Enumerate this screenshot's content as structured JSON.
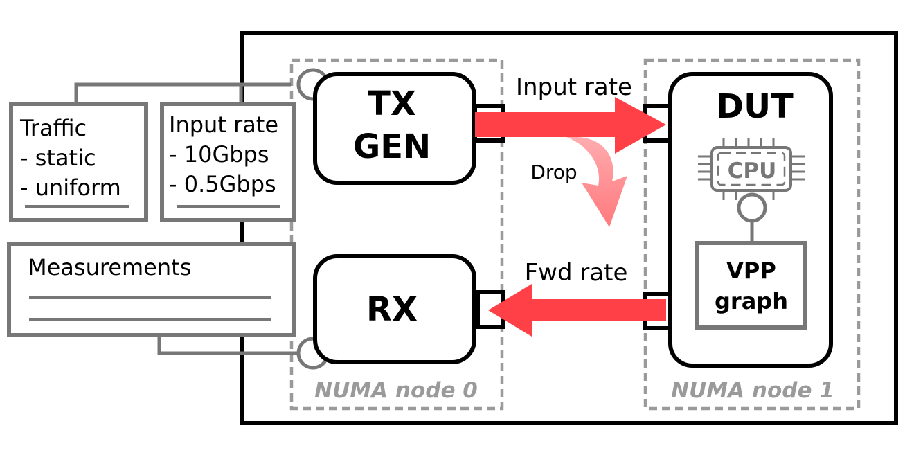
{
  "tx_gen": {
    "line1": "TX",
    "line2": "GEN"
  },
  "rx": {
    "label": "RX"
  },
  "dut": {
    "label": "DUT"
  },
  "cpu": {
    "label": "CPU"
  },
  "vpp": {
    "line1": "VPP",
    "line2": "graph"
  },
  "numa0": {
    "label": "NUMA node 0"
  },
  "numa1": {
    "label": "NUMA node 1"
  },
  "arrows": {
    "input_rate": "Input rate",
    "drop": "Drop",
    "fwd_rate": "Fwd rate"
  },
  "traffic_card": {
    "title": "Traffic",
    "items": [
      "- static",
      "- uniform"
    ]
  },
  "input_rate_card": {
    "title": "Input rate",
    "items": [
      "- 10Gbps",
      "- 0.5Gbps"
    ]
  },
  "measurements_card": {
    "title": "Measurements"
  },
  "colors": {
    "arrow": "#ff4046",
    "drop_arrow": "#ff7a7e",
    "gray": "#777777",
    "dash": "#9a9a9a",
    "black": "#000000"
  }
}
